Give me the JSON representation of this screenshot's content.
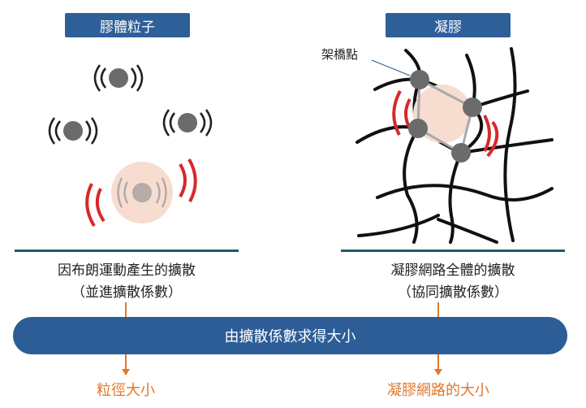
{
  "left": {
    "title": "膠體粒子",
    "caption_line1": "因布朗運動產生的擴散",
    "caption_line2": "（並進擴散係數）",
    "result": "粒徑大小"
  },
  "right": {
    "title": "凝膠",
    "crosslink_label": "架橋點",
    "caption_line1": "凝膠網路全體的擴散",
    "caption_line2": "（協同擴散係數）",
    "result": "凝膠網路的大小"
  },
  "band_text": "由擴散係數求得大小",
  "colors": {
    "title_bg": "#2e5f99",
    "band_bg": "#2c5d96",
    "accent_orange": "#e0782b",
    "vibration_red": "#d8282b",
    "particle_gray": "#6b6b6b",
    "glow": "#f6ddd0"
  }
}
